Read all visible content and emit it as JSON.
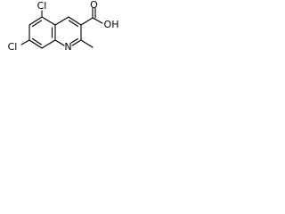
{
  "structure": {
    "atoms": {
      "cl_top": "Cl",
      "cl_left": "Cl",
      "ring_n": "N",
      "acid_o": "O",
      "acid_oh": "OH"
    },
    "colors": {
      "bond": "#000000",
      "label": "#000000",
      "background": "#ffffff"
    }
  }
}
